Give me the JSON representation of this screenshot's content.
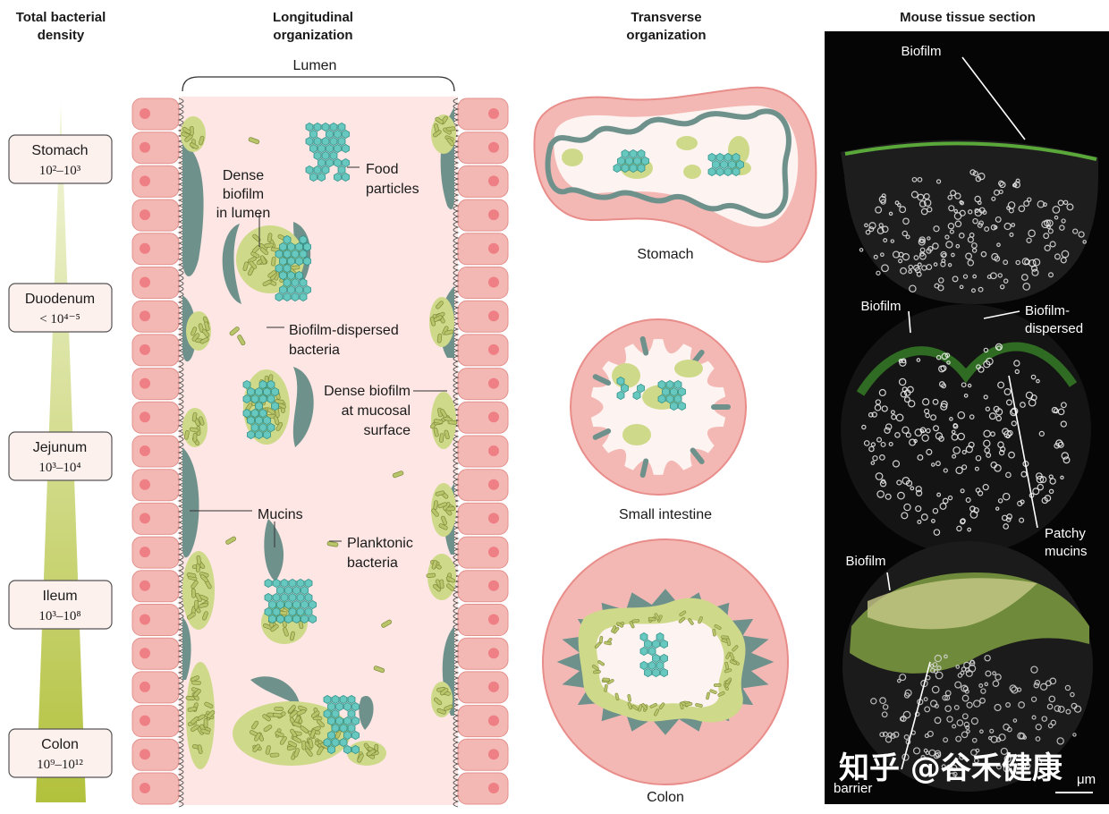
{
  "headers": {
    "density": [
      "Total bacterial",
      "density"
    ],
    "longitudinal": [
      "Longitudinal",
      "organization"
    ],
    "transverse": [
      "Transverse",
      "organization"
    ],
    "tissue": "Mouse tissue section"
  },
  "regions": [
    {
      "name": "Stomach",
      "density": "10²–10³"
    },
    {
      "name": "Duodenum",
      "density": "< 10⁴⁻⁵"
    },
    {
      "name": "Jejunum",
      "density": "10³–10⁴"
    },
    {
      "name": "Ileum",
      "density": "10³–10⁸"
    },
    {
      "name": "Colon",
      "density": "10⁹–10¹²"
    }
  ],
  "longitudinal_labels": {
    "lumen": "Lumen",
    "food": [
      "Food",
      "particles"
    ],
    "dense_lumen": [
      "Dense",
      "biofilm",
      "in lumen"
    ],
    "dispersed": [
      "Biofilm-dispersed",
      "bacteria"
    ],
    "dense_mucosal": [
      "Dense biofilm",
      "at mucosal",
      "surface"
    ],
    "mucins": "Mucins",
    "planktonic": [
      "Planktonic",
      "bacteria"
    ]
  },
  "transverse_labels": {
    "stomach": "Stomach",
    "small_intestine": "Small intestine",
    "colon": "Colon"
  },
  "tissue_labels": {
    "biofilm_1": "Biofilm",
    "biofilm_2": "Biofilm",
    "dispersed": [
      "Biofilm-",
      "dispersed"
    ],
    "patchy": [
      "Patchy",
      "mucins"
    ],
    "biofilm_3": "Biofilm",
    "barrier": "barrier",
    "scale": "μm"
  },
  "watermark": "知乎 @谷禾健康",
  "colors": {
    "epithelium": "#f4b8b4",
    "nucleus": "#ee7f85",
    "lumen": "#fde6e3",
    "mucus": "#6f918c",
    "biofilm": "#cfd98a",
    "rod": "#b9c56a",
    "food": "#66c8bf",
    "gradient_top": "#f4f7df",
    "gradient_bottom": "#b2c13c"
  }
}
